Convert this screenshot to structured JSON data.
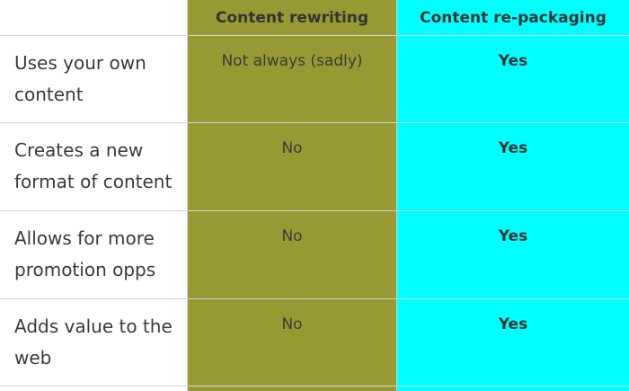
{
  "header": {
    "col0": "",
    "col1": "Content rewriting",
    "col2": "Content re-packaging"
  },
  "rows": [
    {
      "label": "Uses your own content",
      "rewriting": "Not always (sadly)",
      "repackaging": "Yes"
    },
    {
      "label": "Creates a new format of content",
      "rewriting": "No",
      "repackaging": "Yes"
    },
    {
      "label": "Allows for more promotion opps",
      "rewriting": "No",
      "repackaging": "Yes"
    },
    {
      "label": "Adds value to the web",
      "rewriting": "No",
      "repackaging": "Yes"
    }
  ],
  "colors": {
    "rewriting_bg": "#999933",
    "repackaging_bg": "#00ffff",
    "border": "#d6d6d6"
  }
}
